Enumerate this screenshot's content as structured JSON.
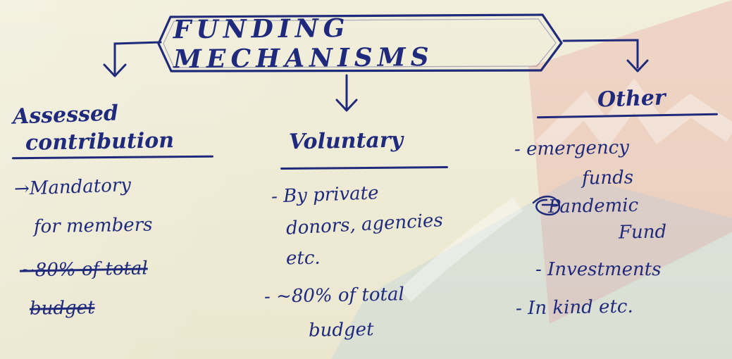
{
  "diagram": {
    "title": "FUNDING MECHANISMS",
    "columns": [
      {
        "heading_line1": "Assessed",
        "heading_line2": "contribution",
        "items": [
          "→Mandatory",
          "for members",
          "~80% of total",
          "budget"
        ]
      },
      {
        "heading_line1": "Voluntary",
        "items": [
          "- By private",
          "donors, agencies",
          "etc.",
          "- ~80% of total",
          "budget"
        ]
      },
      {
        "heading_line1": "Other",
        "items": [
          "- emergency",
          "funds",
          "Pandemic",
          "Fund",
          "- Investments",
          "- In kind etc."
        ]
      }
    ]
  },
  "colors": {
    "ink": "#1f2a7d",
    "paper": "#efecd6",
    "watermark_red": "#e66a6a",
    "watermark_blue": "#8fb9e6"
  }
}
